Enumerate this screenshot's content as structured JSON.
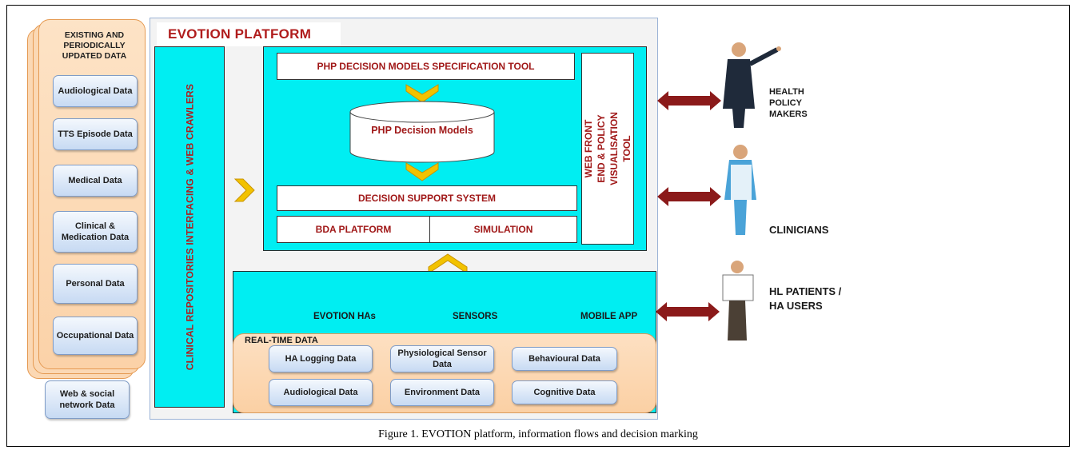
{
  "existing_data": {
    "title": "EXISTING AND PERIODICALLY UPDATED DATA",
    "items": [
      "Audiological Data",
      "TTS Episode Data",
      "Medical Data",
      "Clinical & Medication Data",
      "Personal Data",
      "Occupational Data"
    ],
    "web_social": "Web & social network Data"
  },
  "platform": {
    "title": "EVOTION PLATFORM",
    "crawlers": "CLINICAL REPOSITORIES INTERFACING & WEB CRAWLERS",
    "spec_tool": "PHP DECISION MODELS SPECIFICATION TOOL",
    "decision_models": "PHP Decision Models",
    "dss": "DECISION SUPPORT SYSTEM",
    "bda": "BDA PLATFORM",
    "simulation": "SIMULATION",
    "web_front_end": "WEB FRONT END & POLICY VISUALISATION TOOL"
  },
  "devices": {
    "has": "EVOTION HAs",
    "sensors": "SENSORS",
    "mobile": "MOBILE APP"
  },
  "real_time": {
    "title": "REAL-TIME DATA",
    "items": [
      "HA Logging Data",
      "Physiological Sensor Data",
      "Behavioural Data",
      "Audiological Data",
      "Environment Data",
      "Cognitive Data"
    ]
  },
  "actors": {
    "policy": "HEALTH POLICY MAKERS",
    "clinicians": "CLINICIANS",
    "patients": "HL PATIENTS / HA USERS"
  },
  "caption": "Figure 1.  EVOTION platform, information flows and decision marking",
  "colors": {
    "cyan": "#00eef2",
    "dark_red": "#a01818",
    "orange_panel": "#fbd8b4",
    "blue_chip": "#c7daf3",
    "arrow_red": "#8b1a1a",
    "chevron_yellow": "#f2c200"
  }
}
